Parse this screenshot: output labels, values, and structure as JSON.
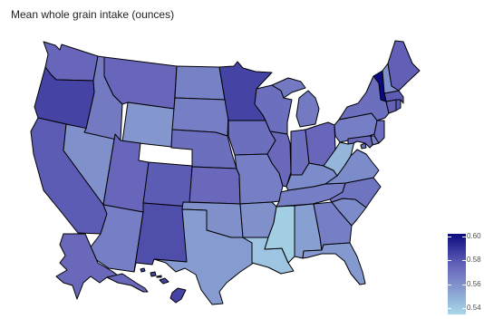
{
  "title": "Mean whole grain intake (ounces)",
  "legend": {
    "min": 0.535,
    "max": 0.602,
    "ticks": [
      "0.54",
      "0.56",
      "0.58",
      "0.60"
    ],
    "tick_values": [
      0.54,
      0.56,
      0.58,
      0.6
    ],
    "color_low": "#a8d8e8",
    "color_high": "#0b0b80"
  },
  "states": [
    {
      "id": "WA",
      "value": 0.575
    },
    {
      "id": "OR",
      "value": 0.585
    },
    {
      "id": "CA",
      "value": 0.578
    },
    {
      "id": "NV",
      "value": 0.56
    },
    {
      "id": "ID",
      "value": 0.568
    },
    {
      "id": "MT",
      "value": 0.575
    },
    {
      "id": "WY",
      "value": 0.558
    },
    {
      "id": "UT",
      "value": 0.575
    },
    {
      "id": "AZ",
      "value": 0.566
    },
    {
      "id": "CO",
      "value": 0.578
    },
    {
      "id": "NM",
      "value": 0.582
    },
    {
      "id": "ND",
      "value": 0.565
    },
    {
      "id": "SD",
      "value": 0.566
    },
    {
      "id": "NE",
      "value": 0.572
    },
    {
      "id": "KS",
      "value": 0.574
    },
    {
      "id": "OK",
      "value": 0.56
    },
    {
      "id": "TX",
      "value": 0.556
    },
    {
      "id": "MN",
      "value": 0.585
    },
    {
      "id": "IA",
      "value": 0.572
    },
    {
      "id": "MO",
      "value": 0.566
    },
    {
      "id": "AR",
      "value": 0.56
    },
    {
      "id": "LA",
      "value": 0.542
    },
    {
      "id": "WI",
      "value": 0.572
    },
    {
      "id": "IL",
      "value": 0.574
    },
    {
      "id": "MI",
      "value": 0.568
    },
    {
      "id": "IN",
      "value": 0.572
    },
    {
      "id": "OH",
      "value": 0.575
    },
    {
      "id": "KY",
      "value": 0.562
    },
    {
      "id": "TN",
      "value": 0.566
    },
    {
      "id": "MS",
      "value": 0.538
    },
    {
      "id": "AL",
      "value": 0.555
    },
    {
      "id": "GA",
      "value": 0.566
    },
    {
      "id": "FL",
      "value": 0.557
    },
    {
      "id": "SC",
      "value": 0.562
    },
    {
      "id": "NC",
      "value": 0.57
    },
    {
      "id": "VA",
      "value": 0.562
    },
    {
      "id": "WV",
      "value": 0.547
    },
    {
      "id": "PA",
      "value": 0.566
    },
    {
      "id": "NY",
      "value": 0.572
    },
    {
      "id": "VT",
      "value": 0.602
    },
    {
      "id": "NH",
      "value": 0.56
    },
    {
      "id": "ME",
      "value": 0.577
    },
    {
      "id": "MA",
      "value": 0.578
    },
    {
      "id": "RI",
      "value": 0.578
    },
    {
      "id": "CT",
      "value": 0.576
    },
    {
      "id": "NJ",
      "value": 0.572
    },
    {
      "id": "DE",
      "value": 0.566
    },
    {
      "id": "MD",
      "value": 0.574
    },
    {
      "id": "DC",
      "value": 0.572
    },
    {
      "id": "AK",
      "value": 0.574
    },
    {
      "id": "HI",
      "value": 0.585
    }
  ]
}
